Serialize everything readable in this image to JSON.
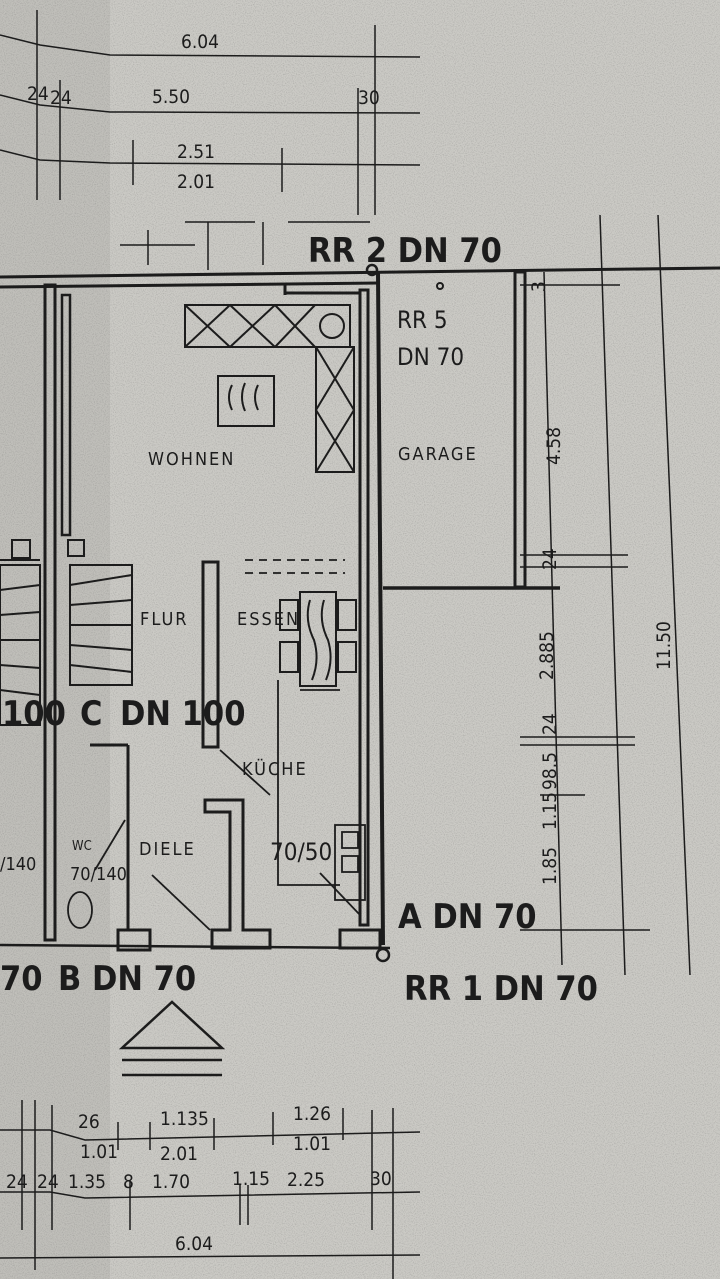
{
  "plan": {
    "rooms": {
      "wohnen": "WOHNEN",
      "garage": "GARAGE",
      "flur": "FLUR",
      "essen": "ESSEN",
      "kueche": "KÜCHE",
      "diele": "DIELE",
      "wc": "WC",
      "wc_size": "70/140",
      "neighbor_wc_size": "/140",
      "fixture_size": "70/50"
    },
    "pipes": {
      "rr2": "RR 2 DN 70",
      "rr5_line1": "RR 5",
      "rr5_line2": "DN 70",
      "dn100": "DN 100",
      "c_label": "C",
      "left_100": "100",
      "a_dn70": "A DN 70",
      "rr1": "RR 1 DN 70",
      "b_dn70": "B DN 70",
      "left_70": "70"
    },
    "top_dimensions": {
      "total": "6.04",
      "wall_a": "24",
      "wall_b": "24",
      "inner": "5.50",
      "wall_right": "30",
      "upper_segment": "2.51",
      "lower_segment": "2.01"
    },
    "right_dimensions": {
      "top_wall": "3",
      "garage_depth": "4.58",
      "wall_1": "24",
      "segment_2885": "2.885",
      "wall_2": "24",
      "segment_985": "98.5",
      "segment_115": "1.15",
      "segment_185": "1.85",
      "total": "11.50"
    },
    "bottom_dimensions": {
      "row1": [
        "26",
        "1.135",
        "1.26"
      ],
      "row2": [
        "1.01",
        "2.01",
        "1.01"
      ],
      "row3": [
        "24",
        "24",
        "1.35",
        "8",
        "1.70",
        "1.15",
        "2.25",
        "30"
      ],
      "total": "6.04"
    }
  }
}
